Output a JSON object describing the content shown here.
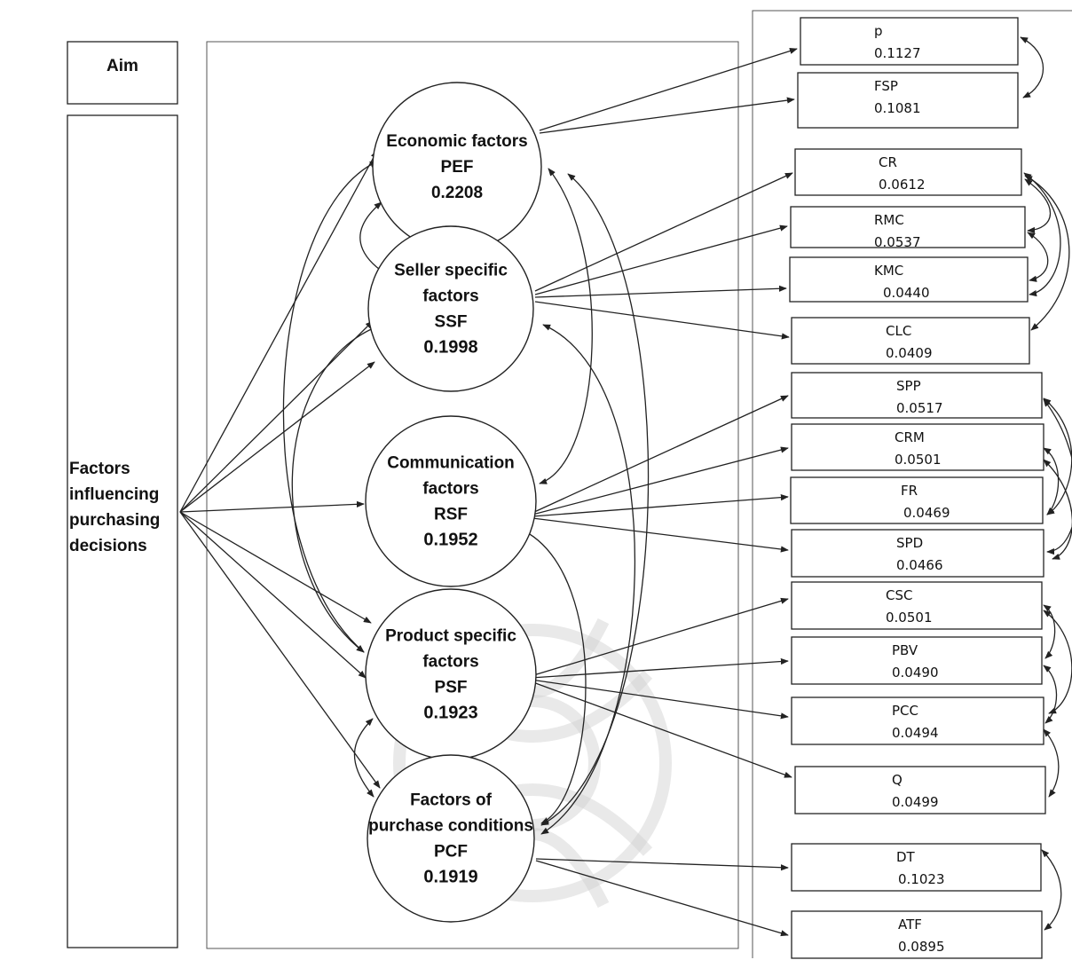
{
  "aim_label": "Aim",
  "goal": {
    "lines": [
      "Factors",
      "influencing",
      "purchasing",
      "decisions"
    ]
  },
  "factors": [
    {
      "id": "PEF",
      "lines": [
        "Economic factors",
        "PEF",
        "0.2208"
      ]
    },
    {
      "id": "SSF",
      "lines": [
        "Seller specific",
        "factors",
        "SSF",
        "0.1998"
      ]
    },
    {
      "id": "RSF",
      "lines": [
        "Communication",
        "factors",
        "RSF",
        "0.1952"
      ]
    },
    {
      "id": "PSF",
      "lines": [
        "Product specific",
        "factors",
        "PSF",
        "0.1923"
      ]
    },
    {
      "id": "PCF",
      "lines": [
        "Factors of",
        "purchase conditions",
        "PCF",
        "0.1919"
      ]
    }
  ],
  "criteria": [
    {
      "code": "p",
      "value": "0.1127",
      "parent": "PEF"
    },
    {
      "code": "FSP",
      "value": "0.1081",
      "parent": "PEF"
    },
    {
      "code": "CR",
      "value": "0.0612",
      "parent": "SSF"
    },
    {
      "code": "RMC",
      "value": "0.0537",
      "parent": "SSF"
    },
    {
      "code": "KMC",
      "value": "0.0440",
      "parent": "SSF"
    },
    {
      "code": "CLC",
      "value": "0.0409",
      "parent": "SSF"
    },
    {
      "code": "SPP",
      "value": "0.0517",
      "parent": "RSF"
    },
    {
      "code": "CRM",
      "value": "0.0501",
      "parent": "RSF"
    },
    {
      "code": "FR",
      "value": "0.0469",
      "parent": "RSF"
    },
    {
      "code": "SPD",
      "value": "0.0466",
      "parent": "RSF"
    },
    {
      "code": "CSC",
      "value": "0.0501",
      "parent": "PSF"
    },
    {
      "code": "PBV",
      "value": "0.0490",
      "parent": "PSF"
    },
    {
      "code": "PCC",
      "value": "0.0494",
      "parent": "PSF"
    },
    {
      "code": "Q",
      "value": "0.0499",
      "parent": "PSF"
    },
    {
      "code": "DT",
      "value": "0.1023",
      "parent": "PCF"
    },
    {
      "code": "ATF",
      "value": "0.0895",
      "parent": "PCF"
    }
  ]
}
